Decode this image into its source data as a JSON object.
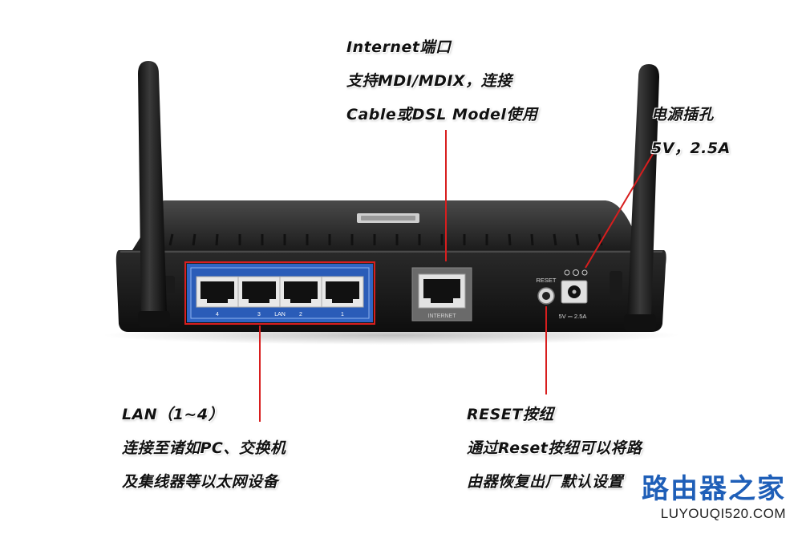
{
  "callouts": {
    "internet": {
      "lines": [
        "Internet端口",
        "支持MDI/MDIX，连接",
        "Cable或DSL Model使用"
      ]
    },
    "power": {
      "lines": [
        "电源插孔",
        "5V，2.5A"
      ]
    },
    "lan": {
      "lines": [
        "LAN（1~4）",
        "连接至诸如PC、交换机",
        "及集线器等以太网设备"
      ]
    },
    "reset": {
      "lines": [
        "RESET按纽",
        "通过Reset按纽可以将路",
        "由器恢复出厂默认设置"
      ]
    }
  },
  "device_labels": {
    "lan_port_numbers": [
      "4",
      "3",
      "2",
      "1"
    ],
    "lan_label": "LAN",
    "internet_label": "INTERNET",
    "reset_label": "RESET",
    "power_rating": "5V ⎓ 2.5A"
  },
  "watermark": {
    "name": "路由器之家",
    "url": "LUYOUQI520.COM"
  },
  "colors": {
    "callout_line": "#d81e1e",
    "lan_panel": "#2f64c4",
    "brand": "#1f5fb8"
  }
}
